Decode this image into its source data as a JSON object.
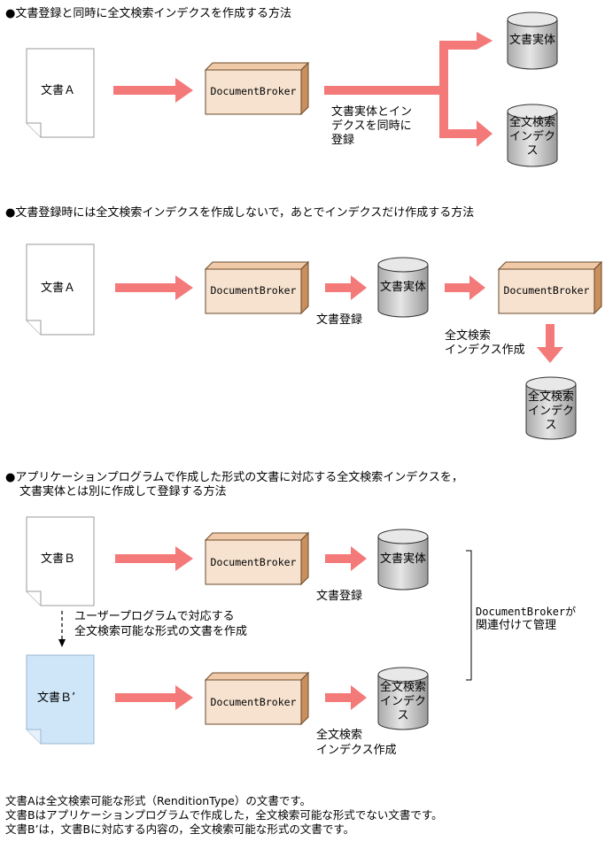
{
  "section1": {
    "heading": "●文書登録と同時に全文検索インデクスを作成する方法",
    "doc_label": "文書Ａ",
    "broker_label": "DocumentBroker",
    "db_entity_label": "文書実体",
    "db_index_label": [
      "全文検索",
      "インデク",
      "ス"
    ],
    "register_note": [
      "文書実体とイン",
      "デクスを同時に",
      "登録"
    ]
  },
  "section2": {
    "heading": "●文書登録時には全文検索インデクスを作成しないで，あとでインデクスだけ作成する方法",
    "doc_label": "文書Ａ",
    "broker_label": "DocumentBroker",
    "db_entity_label": "文書実体",
    "register_label": "文書登録",
    "broker2_label": "DocumentBroker",
    "create_note": [
      "全文検索",
      "インデクス作成"
    ],
    "db_index_label": [
      "全文検索",
      "インデク",
      "ス"
    ]
  },
  "section3": {
    "heading_line1": "●アプリケーションプログラムで作成した形式の文書に対応する全文検索インデクスを，",
    "heading_line2": "文書実体とは別に作成して登録する方法",
    "docB_label": "文書Ｂ",
    "docB2_label": "文書Ｂ’",
    "broker_label": "DocumentBroker",
    "db_entity_label": "文書実体",
    "register_label": "文書登録",
    "user_program_note": [
      "ユーザープログラムで対応する",
      "全文検索可能な形式の文書を作成"
    ],
    "broker2_label": "DocumentBroker",
    "db_index_label": [
      "全文検索",
      "インデク",
      "ス"
    ],
    "create_note": [
      "全文検索",
      "インデクス作成"
    ],
    "bracket_note": [
      "DocumentBrokerが",
      "関連付けて管理"
    ]
  },
  "notes": [
    "文書Aは全文検索可能な形式（RenditionType）の文書です。",
    "文書Bはアプリケーションプログラムで作成した，全文検索可能な形式でない文書です。",
    "文書B’は，文書Bに対応する内容の，全文検索可能な形式の文書です。"
  ],
  "colors": {
    "arrow": "#f47a7a",
    "broker_fill": "#f6e2cf",
    "broker_side": "#c98f5d",
    "db_fill": "#c8c8c8",
    "doc_highlight": "#cfe5f8"
  }
}
